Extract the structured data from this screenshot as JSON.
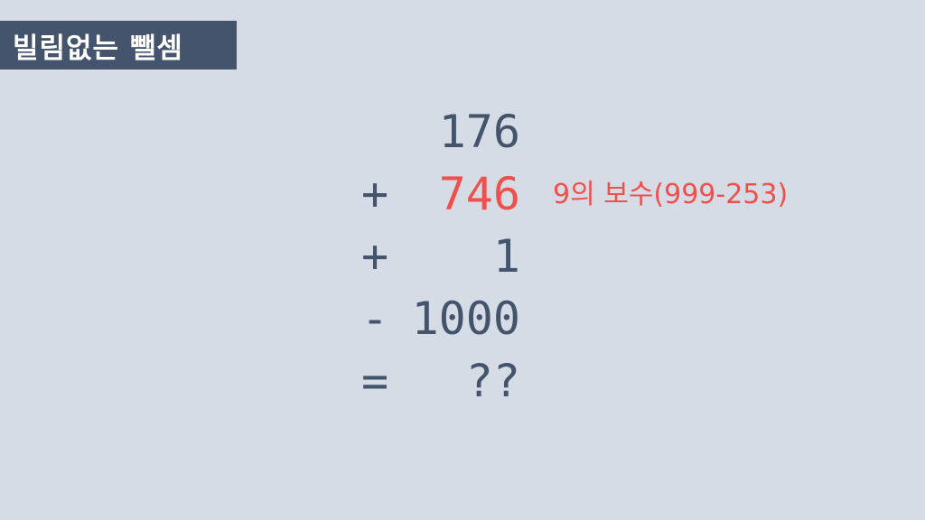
{
  "slide": {
    "title": "빌림없는 뺄셈"
  },
  "calculation": {
    "rows": [
      {
        "operator": "",
        "value": "176",
        "highlight": false,
        "note": ""
      },
      {
        "operator": "+",
        "value": "746",
        "highlight": true,
        "note": "9의 보수(999-253)"
      },
      {
        "operator": "+",
        "value": "1",
        "highlight": false,
        "note": ""
      },
      {
        "operator": "-",
        "value": "1000",
        "highlight": false,
        "note": ""
      },
      {
        "operator": "=",
        "value": "??",
        "highlight": false,
        "note": ""
      }
    ]
  },
  "colors": {
    "background": "#d6dce6",
    "title_bar": "#44546c",
    "text": "#44546c",
    "accent": "#f0504c"
  }
}
